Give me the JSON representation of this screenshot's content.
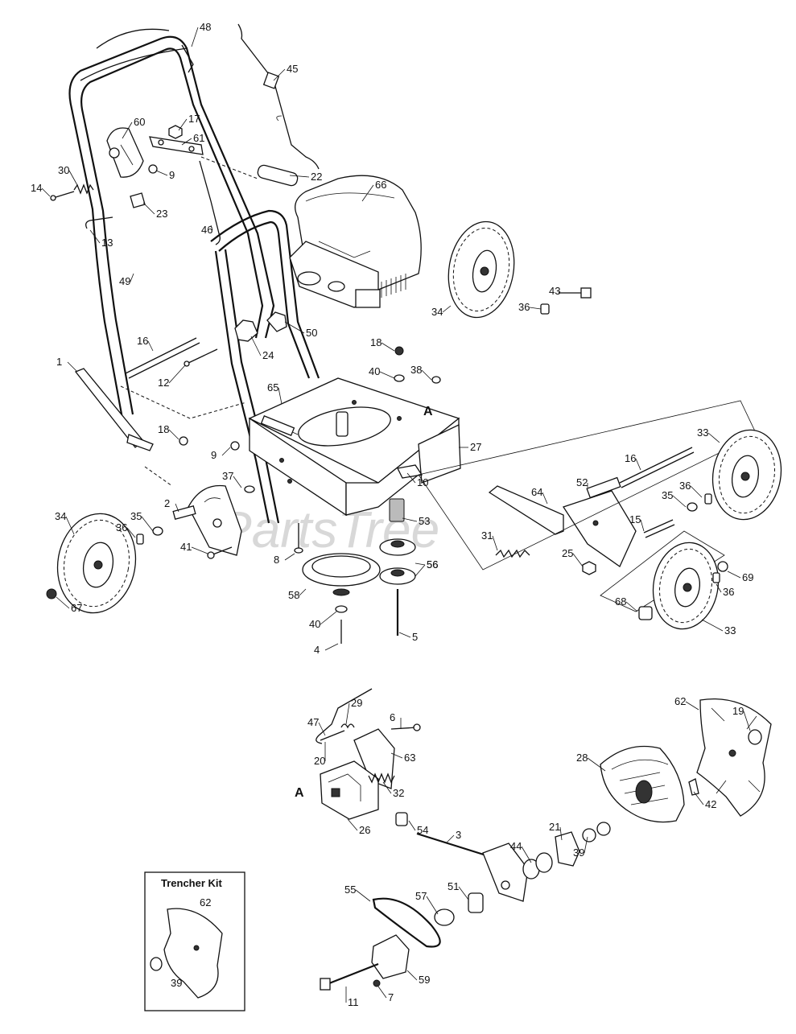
{
  "watermark": "PartsTree",
  "trencher_kit": {
    "title": "Trencher Kit",
    "parts": [
      "62",
      "39"
    ]
  },
  "markers": {
    "upper": "A",
    "lower": "A"
  },
  "callouts": [
    "48",
    "45",
    "60",
    "17",
    "61",
    "30",
    "14",
    "9",
    "22",
    "23",
    "13",
    "46",
    "66",
    "49",
    "43",
    "36",
    "34",
    "24",
    "50",
    "18",
    "40",
    "38",
    "16",
    "12",
    "1",
    "65",
    "18",
    "9",
    "27",
    "10",
    "33",
    "16",
    "52",
    "64",
    "35",
    "36",
    "15",
    "37",
    "2",
    "35",
    "34",
    "36",
    "41",
    "8",
    "53",
    "31",
    "25",
    "56",
    "56",
    "58",
    "40",
    "4",
    "5",
    "67",
    "68",
    "69",
    "36",
    "33",
    "47",
    "29",
    "6",
    "20",
    "63",
    "32",
    "54",
    "26",
    "3",
    "62",
    "19",
    "28",
    "42",
    "21",
    "39",
    "44",
    "51",
    "57",
    "55",
    "11",
    "59",
    "7"
  ]
}
